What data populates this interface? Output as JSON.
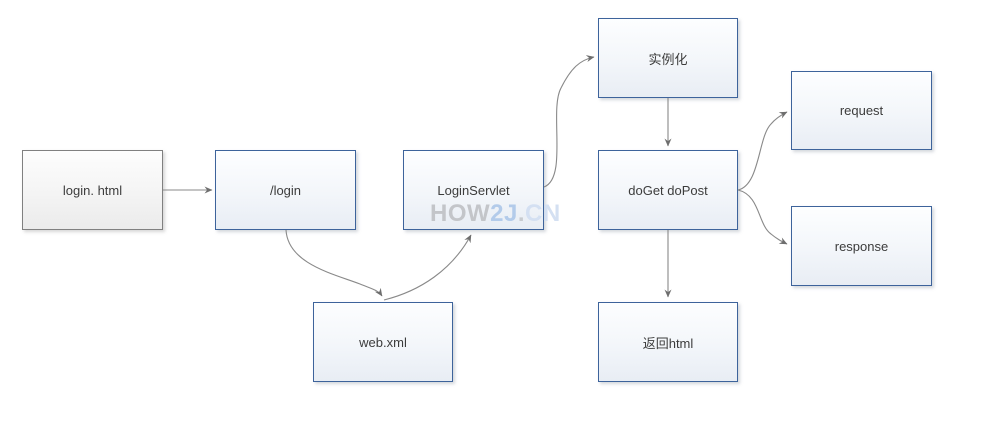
{
  "nodes": {
    "login_html": {
      "label": "login. html"
    },
    "login_url": {
      "label": "/login"
    },
    "login_servlet": {
      "label": "LoginServlet"
    },
    "instantiate": {
      "label": "实例化"
    },
    "doget_dopost": {
      "label": "doGet doPost"
    },
    "request": {
      "label": "request"
    },
    "response": {
      "label": "response"
    },
    "web_xml": {
      "label": "web.xml"
    },
    "return_html": {
      "label": "返回html"
    }
  },
  "connections": [
    {
      "from": "login_html",
      "to": "login_url"
    },
    {
      "from": "login_url",
      "to": "web_xml"
    },
    {
      "from": "web_xml",
      "to": "login_servlet"
    },
    {
      "from": "login_servlet",
      "to": "instantiate"
    },
    {
      "from": "instantiate",
      "to": "doget_dopost"
    },
    {
      "from": "doget_dopost",
      "to": "request"
    },
    {
      "from": "doget_dopost",
      "to": "response"
    },
    {
      "from": "doget_dopost",
      "to": "return_html"
    }
  ],
  "watermark": {
    "parts": [
      {
        "text": "HOW",
        "color": "#c3c5c9"
      },
      {
        "text": "2J",
        "color": "#b3cbea"
      },
      {
        "text": ".",
        "color": "#c8cbcf"
      },
      {
        "text": "CN",
        "color": "#d4e0f2"
      }
    ]
  },
  "colors": {
    "node_border_blue": "#3d639b",
    "node_border_gray": "#808080",
    "node_fill_top": "#fdfeff",
    "node_fill_bottom": "#e8edf4",
    "connector": "#898989",
    "text": "#3c3c3c",
    "background": "#ffffff"
  }
}
